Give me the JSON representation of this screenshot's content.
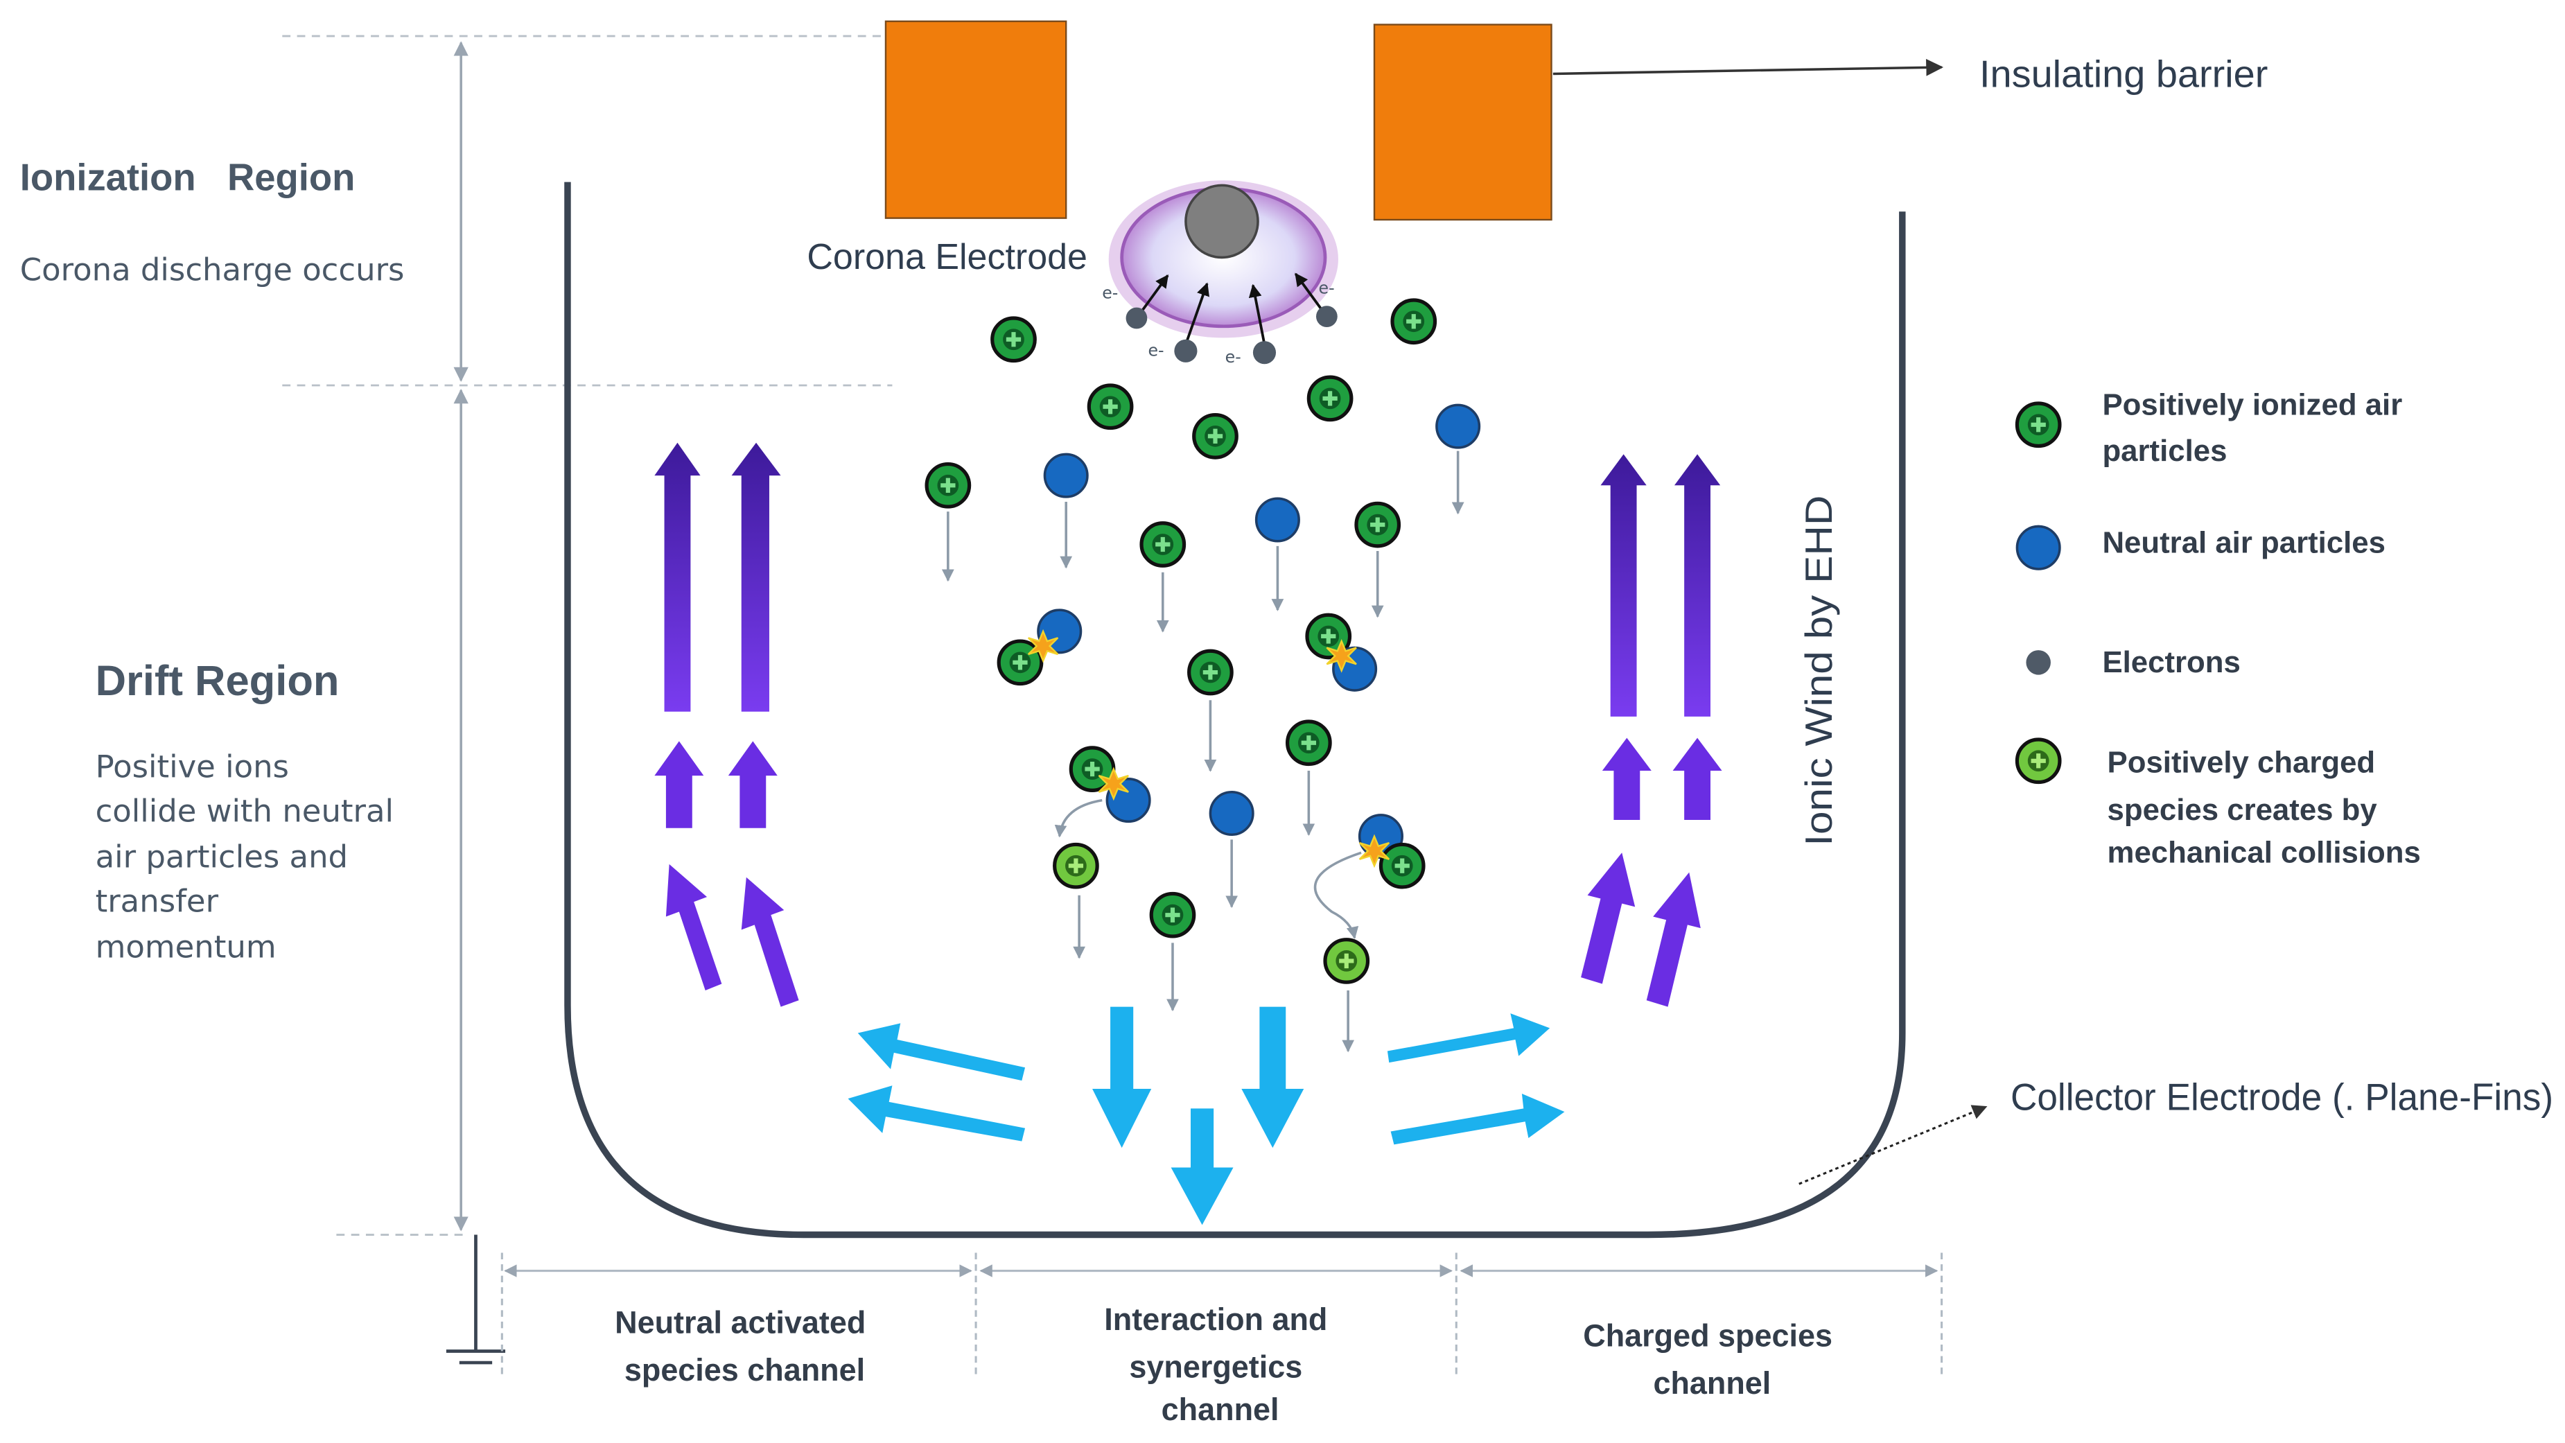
{
  "regions": {
    "ionization_title": "Ionization   Region",
    "ionization_desc": "Corona discharge occurs",
    "drift_title": "Drift Region",
    "drift_desc": [
      "Positive ions",
      "collide with neutral",
      "air particles and",
      "transfer",
      "momentum"
    ]
  },
  "labels": {
    "insulating_barrier": "Insulating barrier",
    "corona_electrode": "Corona Electrode",
    "ionic_wind": "Ionic Wind by EHD",
    "collector_electrode": "Collector Electrode (. Plane-Fins)",
    "electron_symbol": "e-"
  },
  "legend": [
    {
      "key": "positive_ion",
      "lines": [
        "Positively ionized air",
        "particles"
      ]
    },
    {
      "key": "neutral",
      "lines": [
        "Neutral air particles"
      ]
    },
    {
      "key": "electron",
      "lines": [
        "Electrons"
      ]
    },
    {
      "key": "charged_species",
      "lines": [
        "Positively charged",
        "species creates by",
        "mechanical collisions"
      ]
    }
  ],
  "channels": [
    {
      "lines": [
        "Neutral activated",
        "species channel"
      ]
    },
    {
      "lines": [
        "Interaction and",
        "synergetics",
        "channel"
      ]
    },
    {
      "lines": [
        "Charged species",
        "channel"
      ]
    }
  ],
  "colors": {
    "electrode_orange": "#f07d0c",
    "positive_ion": "#1f9e3f",
    "charged_species": "#71c83f",
    "neutral": "#1769c1",
    "electron": "#4f5a67",
    "purple_arrow": "#6b2ee0",
    "cyan_arrow": "#1cb1ee",
    "wall": "#3a4452"
  }
}
